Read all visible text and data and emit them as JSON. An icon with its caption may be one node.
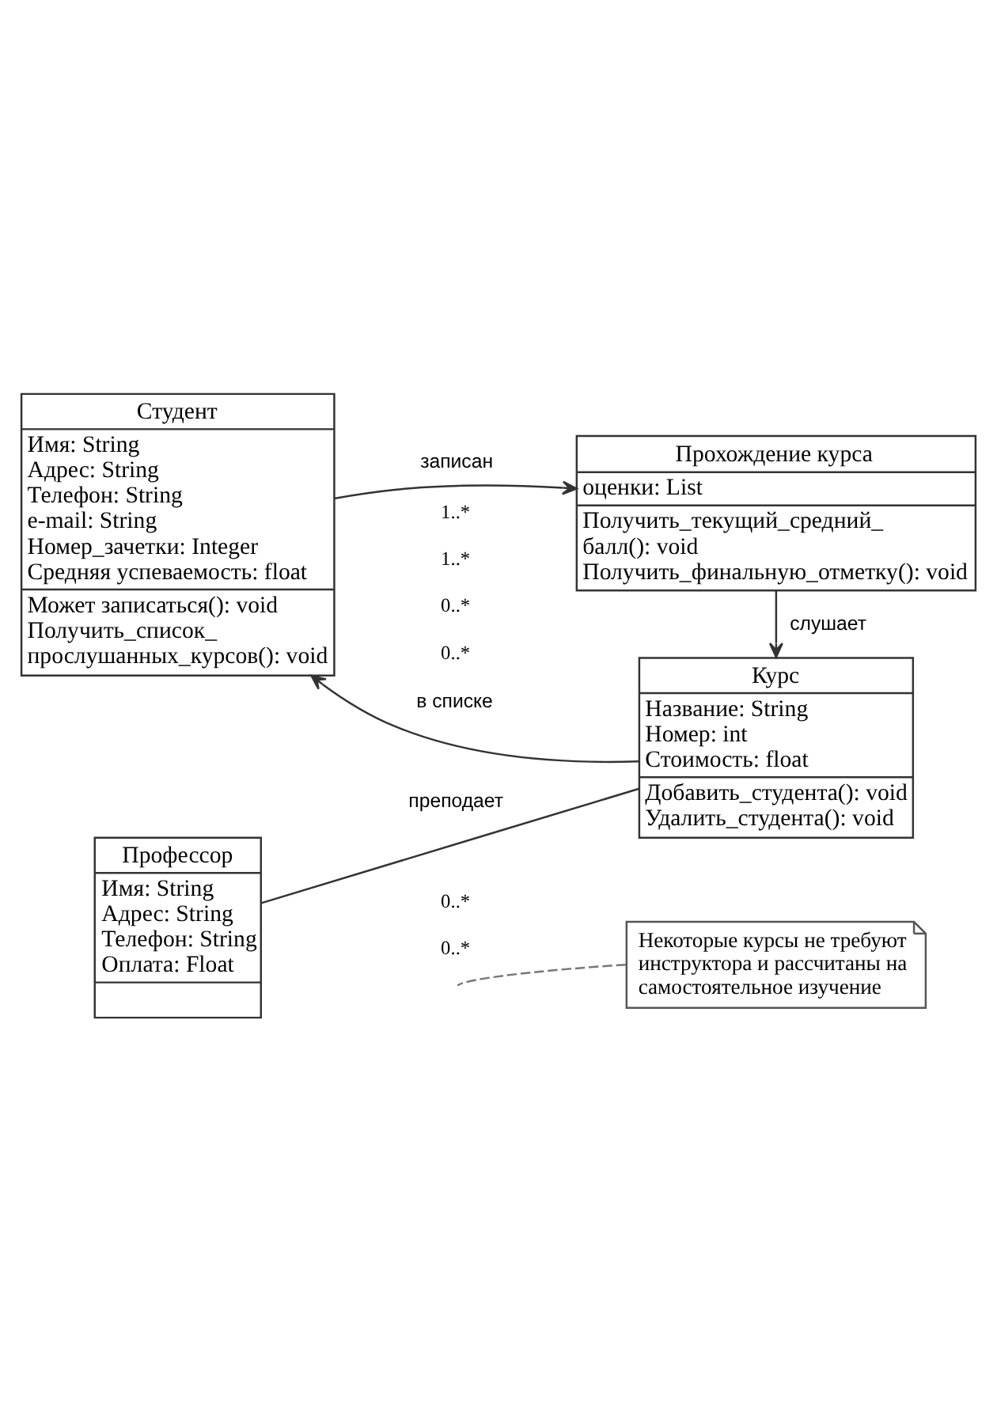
{
  "diagram": {
    "nodes": [
      {
        "text": [
          "Студент",
          "Имя: String",
          "Адрес: String",
          "Телефон: String",
          "e-mail: String",
          "Номер_зачетки: Integer",
          "Средняя успеваемость: float",
          "Может записаться(): void",
          "Получить_список_ прослушанных_курсов(): void"
        ]
      },
      {
        "text": [
          "Прохождение курса",
          "оценки: List",
          "Получить_текущий_средний_ балл(): void",
          "Получить_финальную_отметку(): void"
        ]
      },
      {
        "text": [
          "Курс",
          "Название: String",
          "Номер: int",
          "Стоимость: float",
          "Добавить_студента(): void",
          "Удалить_студента(): void"
        ]
      },
      {
        "text": [
          "Профессор",
          "Имя: String",
          "Адрес: String",
          "Телефон: String",
          "Оплата: Float"
        ]
      },
      {
        "text": [
          "Некоторые курсы не требуют инструктора и рассчитаны на самостоятельное изучение"
        ]
      }
    ],
    "edges": [
      {
        "from": 0,
        "to": 1,
        "arrow": "to",
        "label": "записан"
      },
      {
        "from": 1,
        "to": 2,
        "arrow": "to",
        "label": "слушает"
      },
      {
        "from": 2,
        "to": 0,
        "arrow": "to",
        "label": "в списке"
      },
      {
        "from": 3,
        "to": 2,
        "arrow": "none",
        "label": "преподает"
      },
      {
        "from": 4,
        "to": null,
        "arrow": "none",
        "style": "dashed"
      }
    ],
    "labels": [
      "1..*",
      "1..*",
      "0..*",
      "0..*",
      "0..*",
      "0..*"
    ]
  }
}
